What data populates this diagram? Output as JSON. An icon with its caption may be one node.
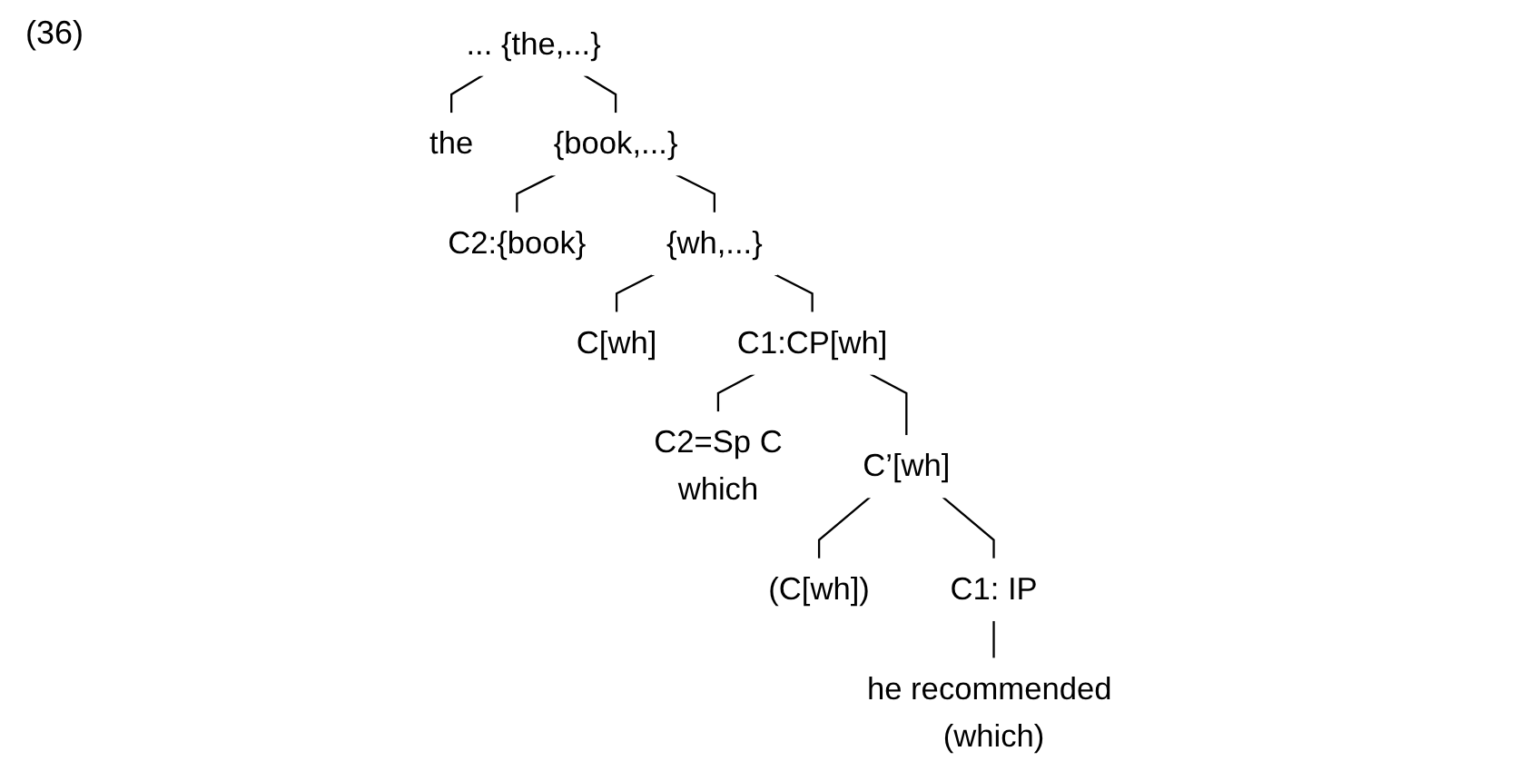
{
  "diagram": {
    "nodes": [
      {
        "text": [
          "... {the,...}"
        ]
      },
      {
        "text": [
          "the"
        ]
      },
      {
        "text": [
          "{book,...}"
        ]
      },
      {
        "text": [
          "C2:{book}"
        ]
      },
      {
        "text": [
          "{wh,...}"
        ]
      },
      {
        "text": [
          "C[wh]"
        ]
      },
      {
        "text": [
          "C1:CP[wh]"
        ]
      },
      {
        "text": [
          "C2=Sp C",
          "which"
        ]
      },
      {
        "text": [
          "C’[wh]"
        ]
      },
      {
        "text": [
          "(C[wh])"
        ]
      },
      {
        "text": [
          "C1: IP"
        ]
      },
      {
        "text": [
          "he recommended (which)"
        ]
      }
    ],
    "edges": [
      {
        "from": 0,
        "to": 1,
        "arrow": "none"
      },
      {
        "from": 0,
        "to": 2,
        "arrow": "none"
      },
      {
        "from": 2,
        "to": 3,
        "arrow": "none"
      },
      {
        "from": 2,
        "to": 4,
        "arrow": "none"
      },
      {
        "from": 4,
        "to": 5,
        "arrow": "none"
      },
      {
        "from": 4,
        "to": 6,
        "arrow": "none"
      },
      {
        "from": 6,
        "to": 7,
        "arrow": "none"
      },
      {
        "from": 6,
        "to": 8,
        "arrow": "none"
      },
      {
        "from": 8,
        "to": 9,
        "arrow": "none"
      },
      {
        "from": 8,
        "to": 10,
        "arrow": "none"
      },
      {
        "from": 10,
        "to": 11,
        "arrow": "none"
      }
    ],
    "labels": [
      "(36)"
    ]
  }
}
